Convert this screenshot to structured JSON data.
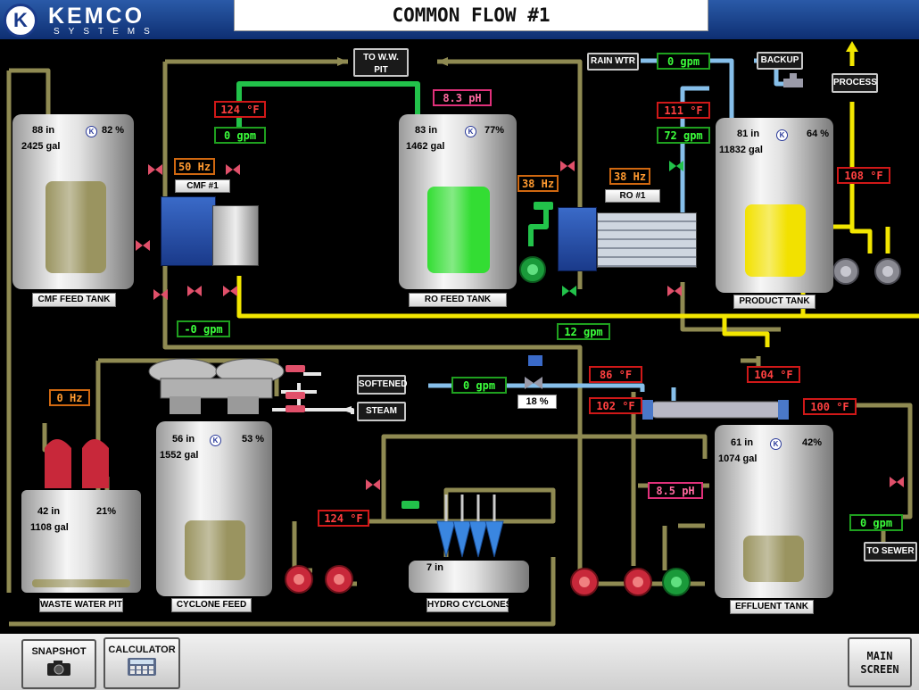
{
  "header": {
    "brand": "KEMCO",
    "brand_sub": "SYSTEMS",
    "logo_letter": "K",
    "title": "COMMON FLOW #1"
  },
  "nav": {
    "to_ww_pit": "TO W.W. PIT",
    "rain_wtr": "RAIN WTR",
    "backup": "BACKUP",
    "process": "PROCESS",
    "softened": "SOFTENED",
    "steam": "STEAM",
    "to_sewer": "TO SEWER"
  },
  "tanks": {
    "cmf_feed": {
      "level": "88 in",
      "pct": "82 %",
      "volume": "2425 gal",
      "label": "CMF FEED TANK",
      "fill_fraction": 0.82,
      "fill_color": "#9a9460"
    },
    "ro_feed": {
      "level": "83 in",
      "pct": "77%",
      "volume": "1462 gal",
      "label": "RO FEED TANK",
      "fill_fraction": 0.77,
      "fill_color": "#33dd33"
    },
    "product": {
      "level": "81 in",
      "pct": "64 %",
      "volume": "11832 gal",
      "label": "PRODUCT TANK",
      "fill_fraction": 0.64,
      "fill_color": "#f2e100"
    },
    "cyclone_feed": {
      "level": "56 in",
      "pct": "53 %",
      "volume": "1552 gal",
      "label": "CYCLONE FEED",
      "fill_fraction": 0.53,
      "fill_color": "#9a9460"
    },
    "effluent": {
      "level": "61 in",
      "pct": "42%",
      "volume": "1074 gal",
      "label": "EFFLUENT TANK",
      "fill_fraction": 0.42,
      "fill_color": "#9a9460"
    },
    "waste_water_pit": {
      "level": "42 in",
      "pct": "21%",
      "volume": "1108 gal",
      "label": "WASTE WATER PIT",
      "fill_fraction": 0.21,
      "fill_color": "#9a9460"
    },
    "hydro_cyclones": {
      "level": "7 in",
      "label": "HYDRO CYCLONES"
    }
  },
  "readouts": {
    "cmf_temp": "124 °F",
    "cmf_flow": "0  gpm",
    "cmf_hz": "50 Hz",
    "cmf_label": "CMF #1",
    "ro_ph": "8.3 pH",
    "ro_pump_hz": "38 Hz",
    "ro_hz": "38 Hz",
    "ro_label": "RO #1",
    "rain_flow": "0  gpm",
    "prod_temp": "111 °F",
    "prod_flow": "72 gpm",
    "prod_out_temp": "108 °F",
    "cmf_return_flow": "-0  gpm",
    "main_flow": "12  gpm",
    "ww_hz": "0  Hz",
    "softened_flow": "0  gpm",
    "steam_valve": "18  %",
    "hx_temp_a": "86 °F",
    "hx_temp_b": "102 °F",
    "hx_temp_c": "104 °F",
    "hx_temp_d": "100 °F",
    "effluent_ph": "8.5 pH",
    "cyclone_temp": "124 °F",
    "sewer_flow": "0  gpm"
  },
  "footer": {
    "snapshot": "SNAPSHOT",
    "calculator": "CALCULATOR",
    "main_screen_1": "MAIN",
    "main_screen_2": "SCREEN"
  },
  "colors": {
    "pipe_tan": "#8f8a52",
    "pipe_green": "#22c24a",
    "pipe_yellow": "#f2e600",
    "pipe_blue": "#86bfea",
    "valve": "#e0506a",
    "pump_red": "#c8283a",
    "pump_green": "#1a9a3a",
    "pump_gray": "#8a8a92"
  }
}
